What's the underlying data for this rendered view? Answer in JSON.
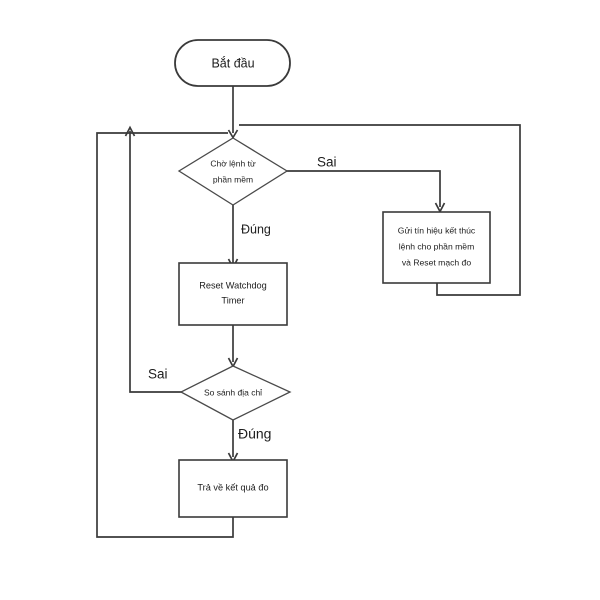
{
  "diagram": {
    "type": "flowchart",
    "language": "vi",
    "colors": {
      "background": "#ffffff",
      "stroke": "#3a3a3a",
      "text": "#1d1d1d"
    },
    "nodes": {
      "start": {
        "shape": "rounded-terminator",
        "label": "Bắt đầu"
      },
      "decision_wait_command": {
        "shape": "diamond",
        "label_line1": "Chờ lệnh từ",
        "label_line2": "phần mềm"
      },
      "process_end_signal": {
        "shape": "rectangle",
        "label_line1": "Gửi tín hiệu kết thúc",
        "label_line2": "lệnh cho phần mềm",
        "label_line3": "và Reset mạch đo"
      },
      "process_reset_watchdog": {
        "shape": "rectangle",
        "label_line1": "Reset Watchdog",
        "label_line2": "Timer"
      },
      "decision_compare_address": {
        "shape": "diamond",
        "label": "So sánh địa chỉ"
      },
      "process_return_result": {
        "shape": "rectangle",
        "label": "Trả về kết quả đo"
      }
    },
    "edge_labels": {
      "wait_false": "Sai",
      "wait_true": "Đúng",
      "compare_false": "Sai",
      "compare_true": "Đúng"
    }
  }
}
